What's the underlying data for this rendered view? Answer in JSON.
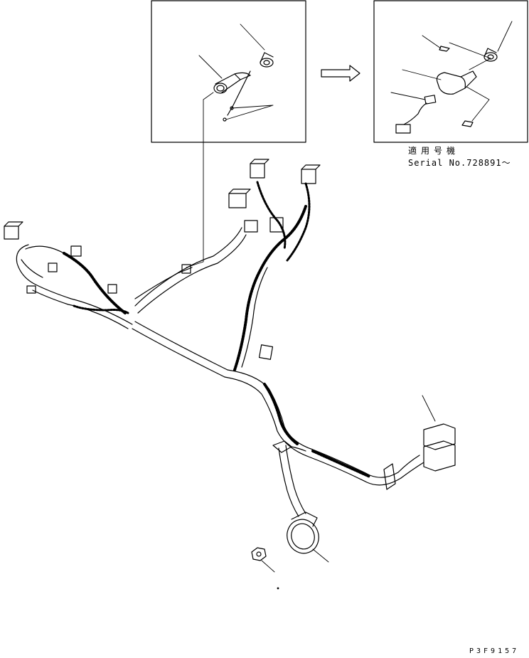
{
  "inset_box_right": {
    "serial_label_jp": "適用号機",
    "serial_label_en": "Serial No.728891～"
  },
  "drawing_code": "P3F9157",
  "colors": {
    "line": "#000000",
    "background": "#ffffff"
  }
}
